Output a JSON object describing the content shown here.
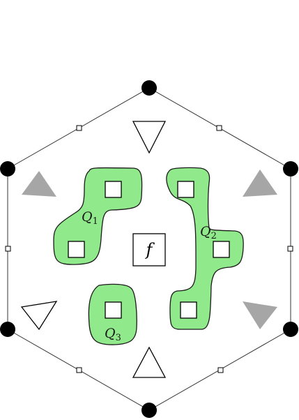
{
  "diagram": {
    "center_label": "f",
    "regions": [
      {
        "id": "q1",
        "label": "Q",
        "subscript": "1"
      },
      {
        "id": "q2",
        "label": "Q",
        "subscript": "2"
      },
      {
        "id": "q3",
        "label": "Q",
        "subscript": "3"
      }
    ],
    "colors": {
      "region_fill": "#90e98a",
      "region_stroke": "#1a1a1a",
      "vertex": "#000000",
      "outline": "#333333",
      "triangle_filled": "#a6a6a6",
      "triangle_outline": "#000000",
      "square_fill": "#ffffff"
    }
  }
}
